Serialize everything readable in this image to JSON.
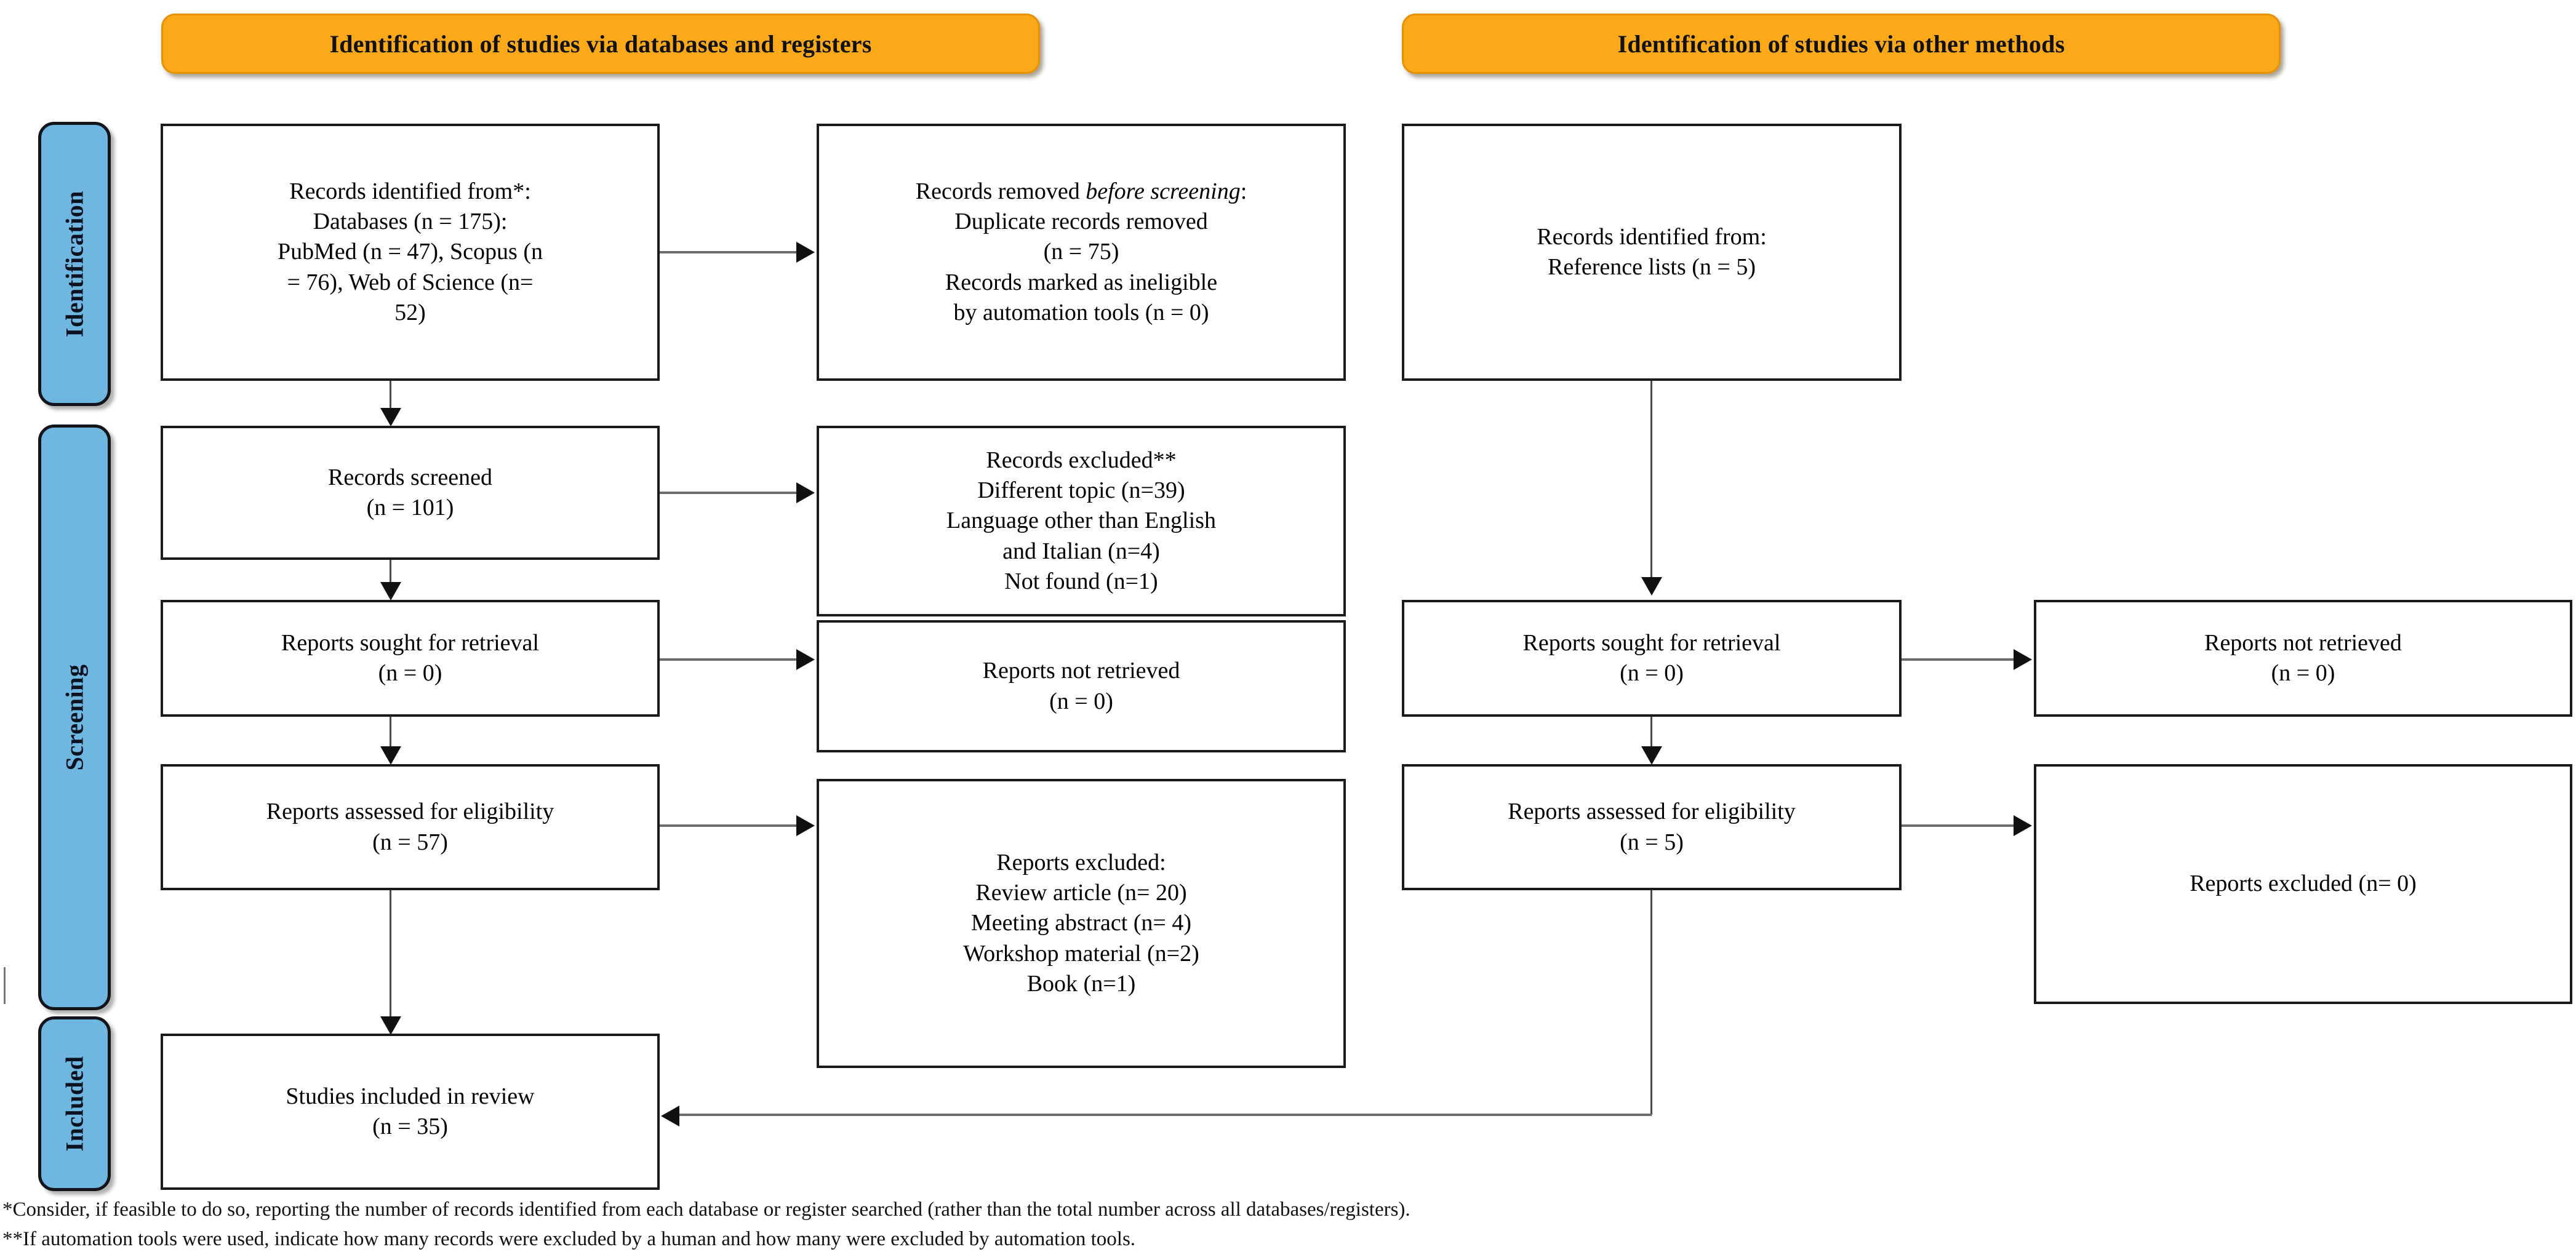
{
  "diagram": {
    "title": "PRISMA 2020 flow diagram",
    "accent_orange": "#FBA919",
    "accent_blue": "#6FB7E0"
  },
  "headers": {
    "left": "Identification of studies via databases and registers",
    "right": "Identification of studies via other methods"
  },
  "phases": {
    "identification": "Identification",
    "screening": "Screening",
    "included": "Included"
  },
  "boxes": {
    "records_identified": "Records identified from*:\nDatabases (n = 175):\nPubMed (n = 47), Scopus (n\n= 76), Web of Science (n=\n52)",
    "records_removed_line1_pre": "Records removed ",
    "records_removed_line1_em": "before screening",
    "records_removed_line1_post": ":",
    "records_removed_rest": "Duplicate records removed\n(n = 75)\nRecords marked as ineligible\nby automation tools (n = 0)",
    "records_screened": "Records screened\n(n = 101)",
    "records_excluded": "Records excluded**\nDifferent topic (n=39)\nLanguage other than English\nand Italian (n=4)\nNot found (n=1)",
    "reports_sought_left": "Reports sought for retrieval\n(n = 0)",
    "reports_not_retrieved_left": "Reports not retrieved\n(n = 0)",
    "reports_assessed_left": "Reports assessed for eligibility\n(n = 57)",
    "reports_excluded_left": "Reports excluded:\nReview article (n= 20)\nMeeting abstract (n= 4)\nWorkshop material (n=2)\nBook (n=1)",
    "studies_included": "Studies included in review\n(n = 35)",
    "records_identified_other": "Records identified from:\nReference lists (n = 5)",
    "reports_sought_right": "Reports sought for retrieval\n(n = 0)",
    "reports_not_retrieved_right": "Reports not retrieved\n(n = 0)",
    "reports_assessed_right": "Reports assessed for eligibility\n(n = 5)",
    "reports_excluded_right": "Reports excluded (n= 0)"
  },
  "footnotes": {
    "one": "*Consider, if feasible to do so, reporting the number of records identified from each database or register searched (rather than the total number across all databases/registers).",
    "two": "**If automation tools were used, indicate how many records were excluded by a human and how many were excluded by automation tools."
  }
}
